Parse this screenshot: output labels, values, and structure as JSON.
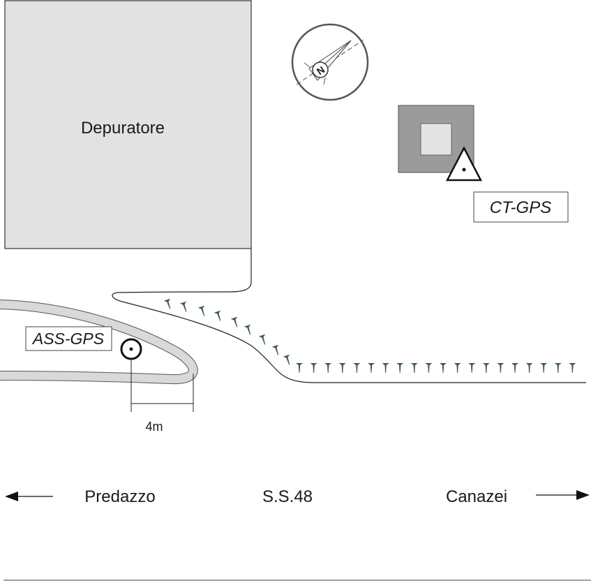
{
  "labels": {
    "building": "Depuratore",
    "ct_station": "CT-GPS",
    "ass_station": "ASS-GPS",
    "distance": "4m",
    "left_town": "Predazzo",
    "road": "S.S.48",
    "right_town": "Canazei"
  },
  "compass": {
    "letter": "N"
  },
  "colors": {
    "building_fill": "#e2e2e2",
    "outline": "#333333",
    "ct_outer": "#9b9b9b",
    "ct_inner": "#e4e4e4",
    "road_band": "#d9d9d9",
    "tree": "#3d5c52"
  }
}
